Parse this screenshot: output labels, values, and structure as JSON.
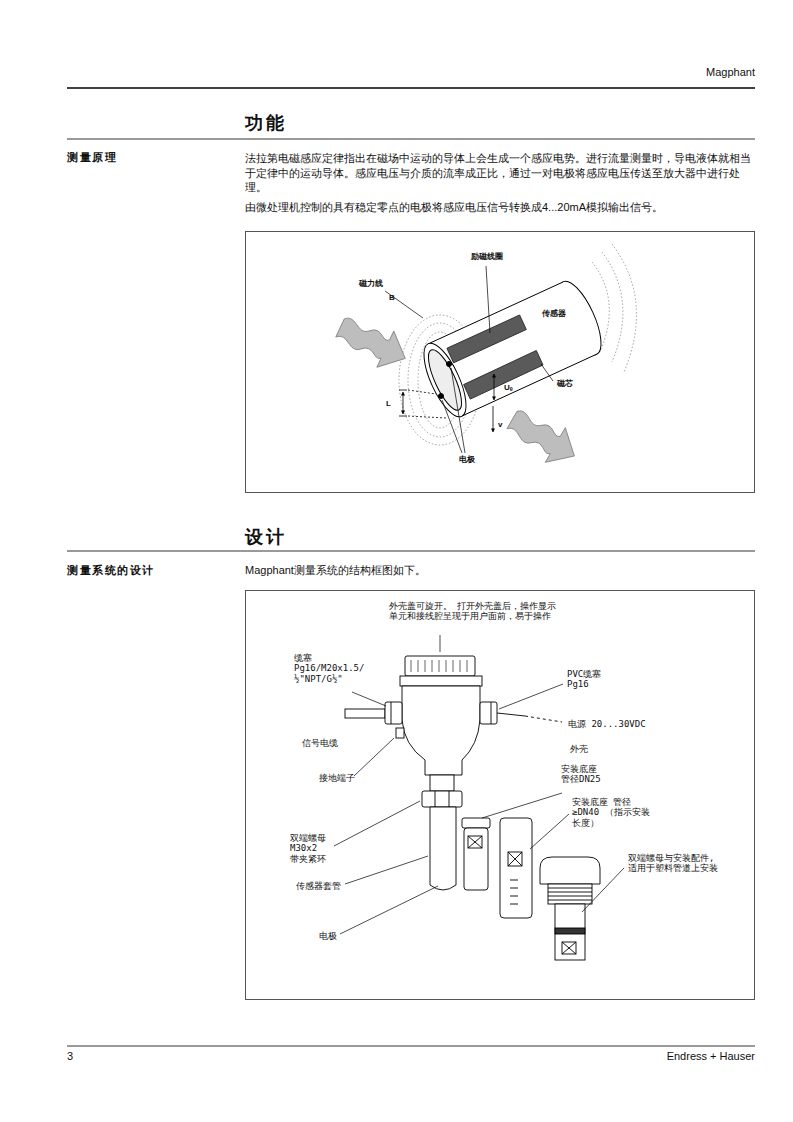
{
  "diagram": {
    "nodes": [
      {
        "text": [
          "励磁线圈",
          "磁力线",
          "B",
          "传感器",
          "Uₑ",
          "L",
          "磁芯",
          "v",
          "电极"
        ]
      },
      {
        "text": [
          "外壳盖可旋开。 打开外壳盖后，操作显示单元和接线腔呈现于用户面前，易于操作",
          "缆塞 Pg16/M20x1.5/ ½\"NPT/G½\"",
          "PVC缆塞 Pg16",
          "电源 20...30VDC",
          "信号电缆",
          "接地端子",
          "外壳",
          "安装底座 管径DN25",
          "安装底座 管径≥DN40 （指示安装长度）",
          "双端螺母 M30x2 带夹紧环",
          "双端螺母与安装配件, 适用于塑料管道上安装",
          "传感器套管",
          "电极"
        ]
      }
    ],
    "labels": [
      "Magphant",
      "功能",
      "测量原理",
      "法拉第电磁感应定律指出在磁场中运动的导体上会生成一个感应电势。进行流量测量时，导电液体就相当于定律中的运动导体。感应电压与介质的流率成正比，通过一对电极将感应电压传送至放大器中进行处理。",
      "由微处理机控制的具有稳定零点的电极将感应电压信号转换成4...20mA模拟输出信号。",
      "设计",
      "测量系统的设计",
      "Magphant测量系统的结构框图如下。",
      "3",
      "Endress + Hauser"
    ]
  }
}
